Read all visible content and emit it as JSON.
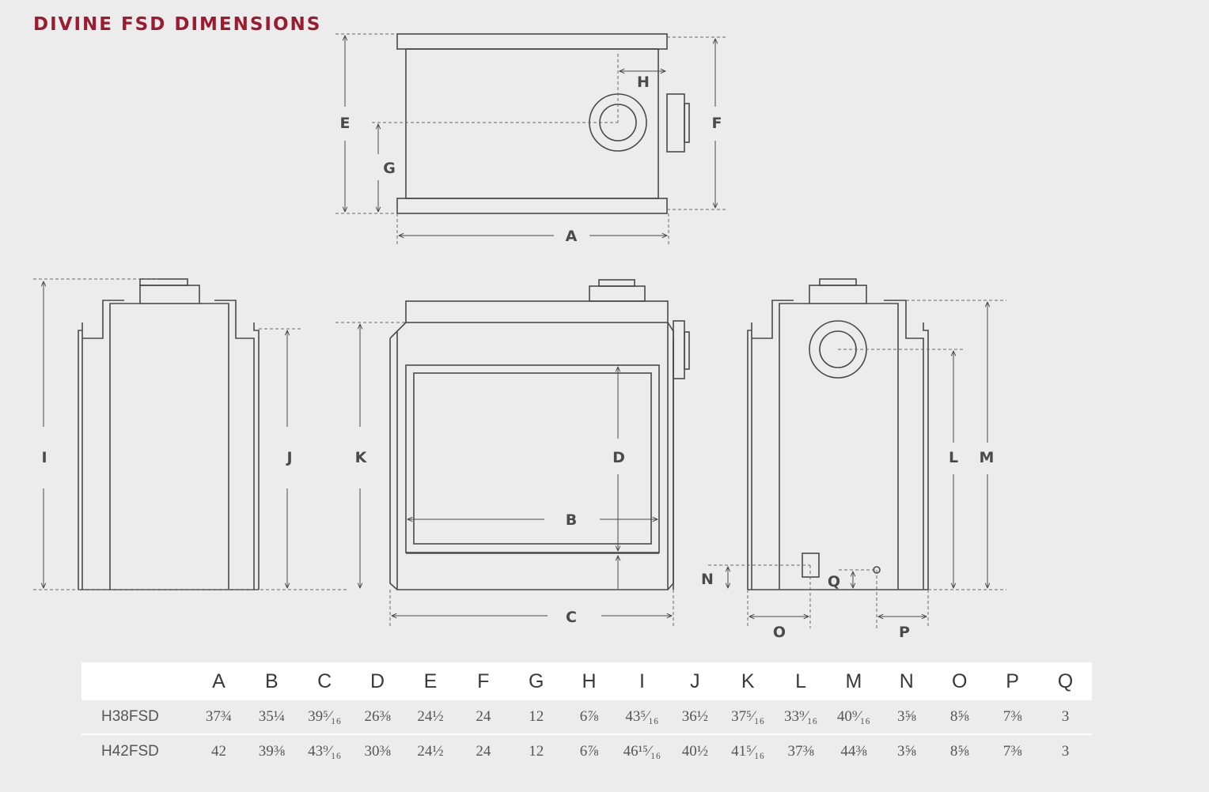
{
  "title": "DIVINE FSD DIMENSIONS",
  "labels": {
    "A": "A",
    "B": "B",
    "C": "C",
    "D": "D",
    "E": "E",
    "F": "F",
    "G": "G",
    "H": "H",
    "I": "I",
    "J": "J",
    "K": "K",
    "L": "L",
    "M": "M",
    "N": "N",
    "O": "O",
    "P": "P",
    "Q": "Q"
  },
  "table": {
    "headers": [
      "",
      "A",
      "B",
      "C",
      "D",
      "E",
      "F",
      "G",
      "H",
      "I",
      "J",
      "K",
      "L",
      "M",
      "N",
      "O",
      "P",
      "Q"
    ],
    "rows": [
      {
        "model": "H38FSD",
        "values": [
          "37¾",
          "35¼",
          "39⁵⁄₁₆",
          "26⅜",
          "24½",
          "24",
          "12",
          "6⅞",
          "43⁵⁄₁₆",
          "36½",
          "37⁵⁄₁₆",
          "33⁹⁄₁₆",
          "40⁹⁄₁₆",
          "3⅝",
          "8⅝",
          "7⅜",
          "3"
        ]
      },
      {
        "model": "H42FSD",
        "values": [
          "42",
          "39⅜",
          "43⁹⁄₁₆",
          "30⅜",
          "24½",
          "24",
          "12",
          "6⅞",
          "46¹⁵⁄₁₆",
          "40½",
          "41⁵⁄₁₆",
          "37⅜",
          "44⅜",
          "3⅝",
          "8⅝",
          "7⅜",
          "3"
        ]
      }
    ]
  }
}
